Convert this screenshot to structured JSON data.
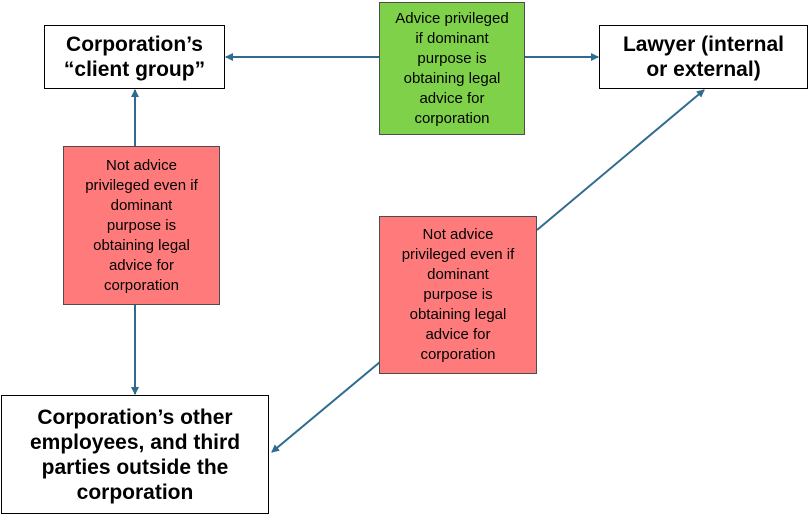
{
  "nodes": {
    "client_group": "Corporation’s\n“client group”",
    "lawyer": "Lawyer (internal\nor external)",
    "others": "Corporation’s other\nemployees, and third\nparties outside the\ncorporation"
  },
  "notes": {
    "privileged": "Advice privileged\nif dominant\npurpose is\nobtaining legal\nadvice for\ncorporation",
    "not_privileged_left": "Not advice\nprivileged even if\ndominant\npurpose is\nobtaining legal\nadvice for\ncorporation",
    "not_privileged_right": "Not advice\nprivileged even if\ndominant\npurpose is\nobtaining legal\nadvice for\ncorporation"
  },
  "colors": {
    "privileged_fill": "#7fd14a",
    "not_privileged_fill": "#ff7b7b",
    "arrow": "#2e6b8f"
  }
}
